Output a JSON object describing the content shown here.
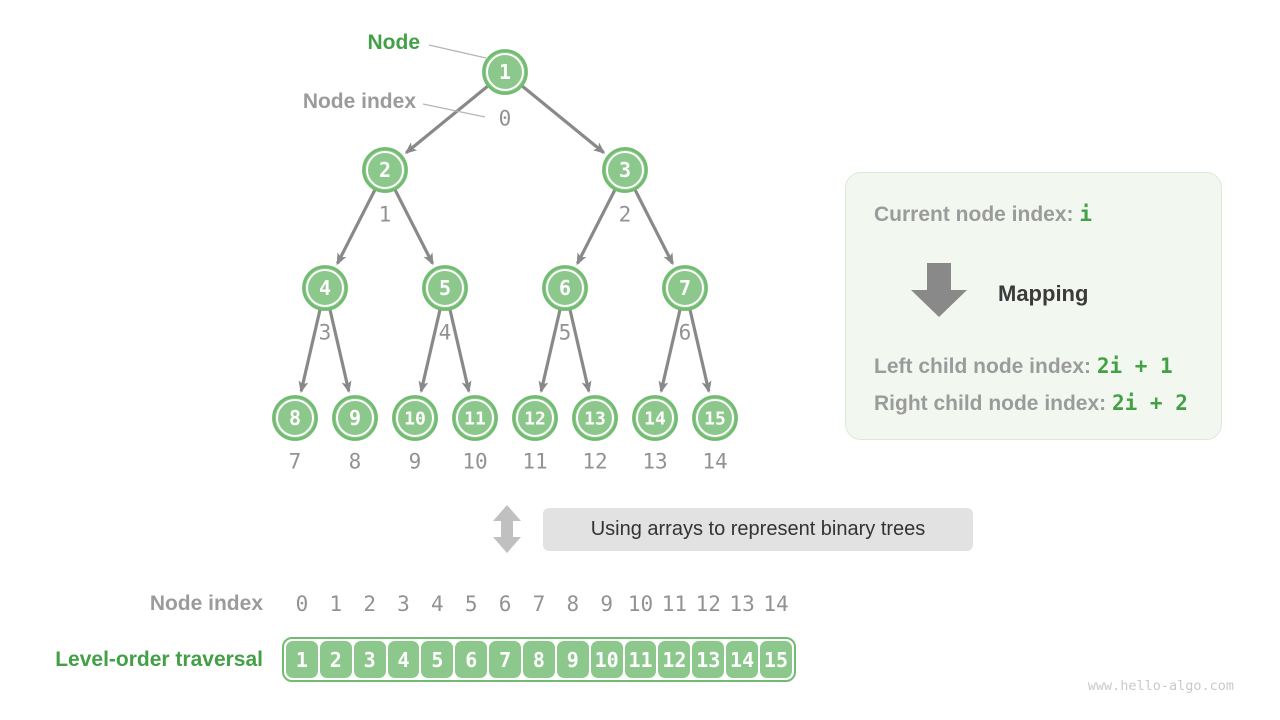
{
  "colors": {
    "node_fill": "#8cc88b",
    "node_border": "#72bc72",
    "green_text": "#43a047",
    "gray_label": "#9b9b9b",
    "index_gray": "#929292",
    "arrow_gray": "#898989",
    "leader_gray": "#b5b5b5",
    "panel_bg": "#f2f8f0",
    "panel_border": "#dce9d8",
    "caption_bg": "#e2e2e2",
    "dark_text": "#3b3b3b",
    "updown_gray": "#c0c0c0"
  },
  "tree": {
    "node_label": "Node",
    "node_index_label": "Node index",
    "values": [
      1,
      2,
      3,
      4,
      5,
      6,
      7,
      8,
      9,
      10,
      11,
      12,
      13,
      14,
      15
    ],
    "indices": [
      0,
      1,
      2,
      3,
      4,
      5,
      6,
      7,
      8,
      9,
      10,
      11,
      12,
      13,
      14
    ]
  },
  "panel": {
    "current_label": "Current node index: ",
    "current_value": "i",
    "down_arrow_icon": "down-block-arrow",
    "mapping_label": "Mapping",
    "left_label": "Left child node index: ",
    "left_value": "2i + 1",
    "right_label": "Right child node index: ",
    "right_value": "2i + 2"
  },
  "caption": {
    "updown_arrow_icon": "up-down-double-arrow",
    "text": "Using arrays to represent binary trees"
  },
  "array_section": {
    "index_label": "Node index",
    "traversal_label": "Level-order traversal",
    "indices": [
      0,
      1,
      2,
      3,
      4,
      5,
      6,
      7,
      8,
      9,
      10,
      11,
      12,
      13,
      14
    ],
    "values": [
      1,
      2,
      3,
      4,
      5,
      6,
      7,
      8,
      9,
      10,
      11,
      12,
      13,
      14,
      15
    ]
  },
  "watermark": "www.hello-algo.com"
}
